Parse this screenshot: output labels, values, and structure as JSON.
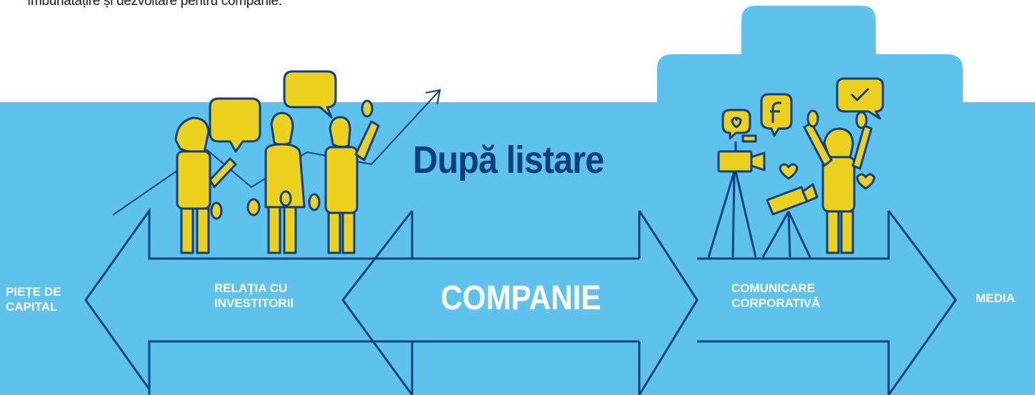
{
  "intro_text": "îmbunătățire și dezvoltare pentru companie.",
  "heading": "După listare",
  "center_label": "COMPANIE",
  "left_outer": [
    "PIEȚE DE",
    "CAPITAL"
  ],
  "left_inner": [
    "RELAȚIA CU",
    "INVESTITORII"
  ],
  "right_inner": [
    "COMUNICARE",
    "CORPORATIVĂ"
  ],
  "right_outer": "MEDIA",
  "colors": {
    "background_panel": "#5ec3ec",
    "outline": "#0d3f80",
    "figures": "#ecd21f",
    "heading": "#0d3f80",
    "label_text": "#ffffff"
  },
  "icons": [
    "speech-bubble-icon",
    "trend-arrow-icon",
    "heart-icon",
    "facebook-icon",
    "checkmark-icon",
    "video-camera-icon",
    "tripod-icon",
    "person-icon"
  ]
}
